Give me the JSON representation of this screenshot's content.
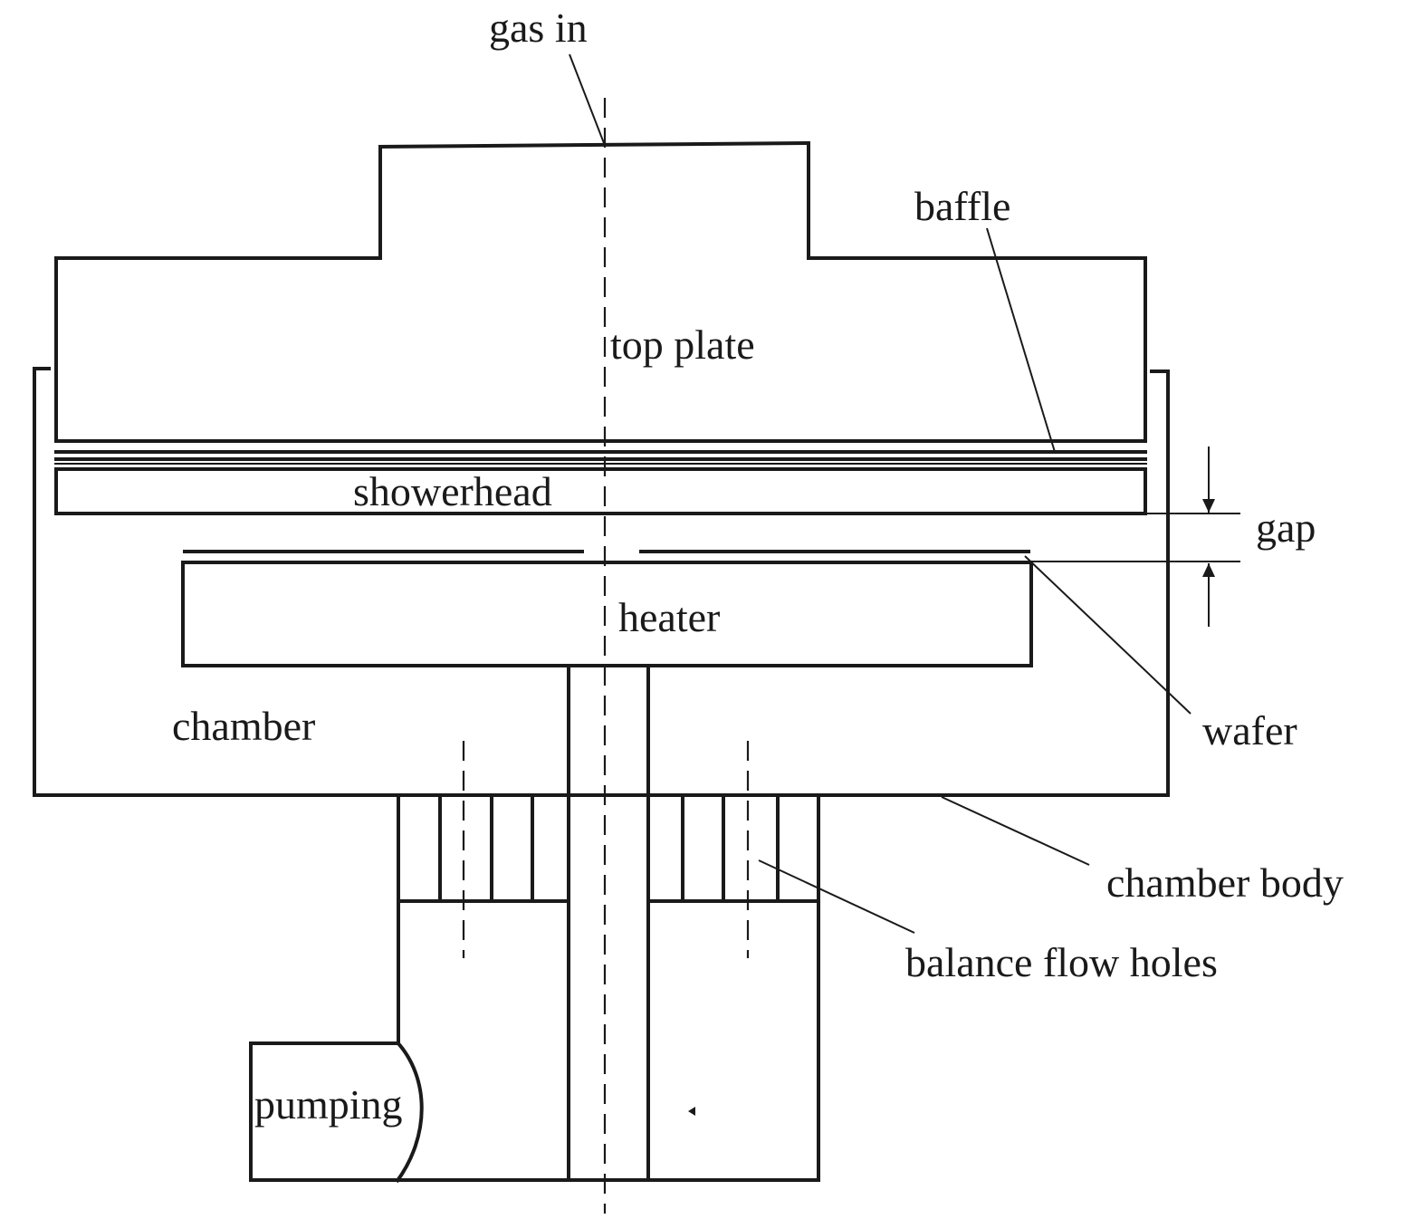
{
  "labels": {
    "gas_in": "gas in",
    "baffle": "baffle",
    "top_plate": "top plate",
    "showerhead": "showerhead",
    "gap": "gap",
    "heater": "heater",
    "chamber": "chamber",
    "wafer": "wafer",
    "chamber_body": "chamber body",
    "balance_flow_holes": "balance flow holes",
    "pumping": "pumping"
  }
}
